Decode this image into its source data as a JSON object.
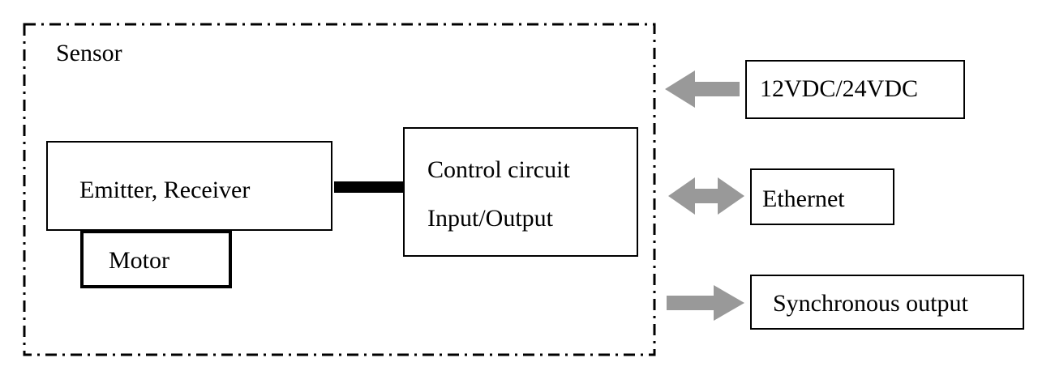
{
  "diagram": {
    "sensor_label": "Sensor",
    "emitter_receiver_label": "Emitter, Receiver",
    "motor_label": "Motor",
    "control_circuit_line1": "Control circuit",
    "control_circuit_line2": "Input/Output",
    "power_label": "12VDC/24VDC",
    "ethernet_label": "Ethernet",
    "sync_output_label": "Synchronous output"
  },
  "colors": {
    "stroke": "#000000",
    "arrow": "#999999",
    "background": "#ffffff"
  }
}
